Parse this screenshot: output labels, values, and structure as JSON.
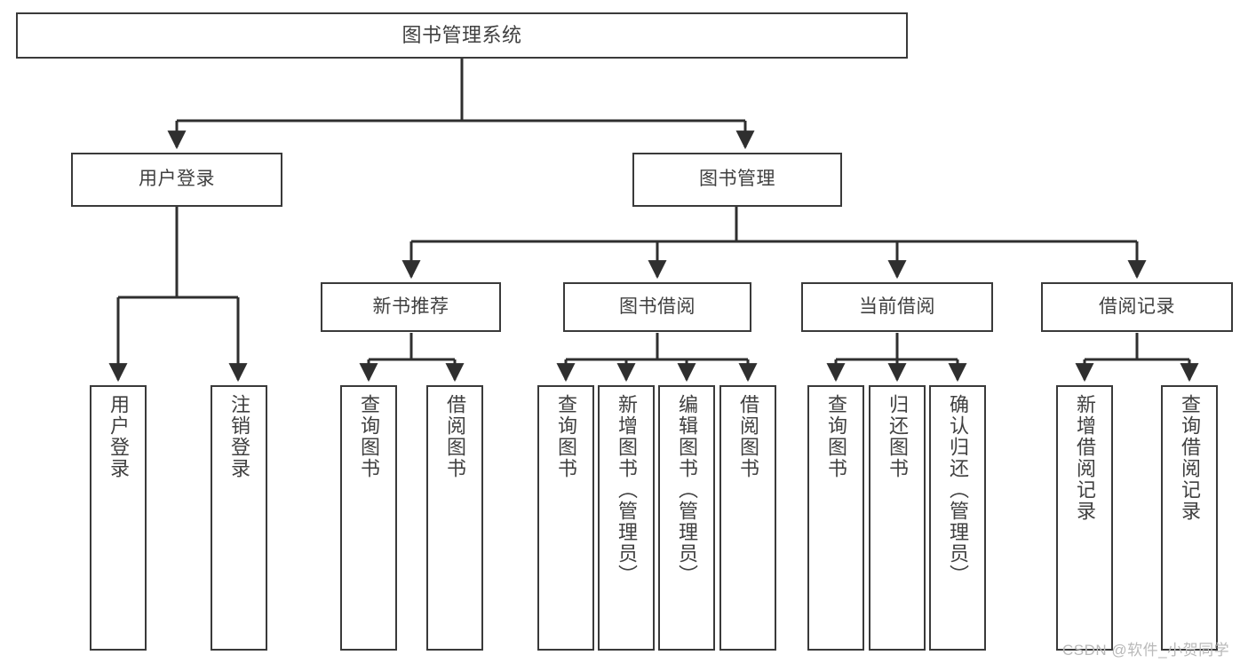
{
  "diagram": {
    "title": "图书管理系统",
    "type": "tree-hierarchy-diagram",
    "colors": {
      "background": "#ffffff",
      "box_border": "#3a3a3a",
      "box_fill": "#ffffff",
      "text": "#404040",
      "edge": "#2f2f2f",
      "watermark": "#b9b9b9"
    },
    "root": {
      "label": "图书管理系统"
    },
    "level2": [
      {
        "label": "用户登录"
      },
      {
        "label": "图书管理"
      }
    ],
    "level3": [
      {
        "label": "新书推荐"
      },
      {
        "label": "图书借阅"
      },
      {
        "label": "当前借阅"
      },
      {
        "label": "借阅记录"
      }
    ],
    "leaves_user_login": [
      {
        "label": "用户登录"
      },
      {
        "label": "注销登录"
      }
    ],
    "leaves_new_book": [
      {
        "label": "查询图书"
      },
      {
        "label": "借阅图书"
      }
    ],
    "leaves_borrow": [
      {
        "label": "查询图书"
      },
      {
        "label": "新增图书（管理员）"
      },
      {
        "label": "编辑图书（管理员）"
      },
      {
        "label": "借阅图书"
      }
    ],
    "leaves_current": [
      {
        "label": "查询图书"
      },
      {
        "label": "归还图书"
      },
      {
        "label": "确认归还（管理员）"
      }
    ],
    "leaves_records": [
      {
        "label": "新增借阅记录"
      },
      {
        "label": "查询借阅记录"
      }
    ],
    "watermark": "CSDN @软件_小贺同学"
  }
}
